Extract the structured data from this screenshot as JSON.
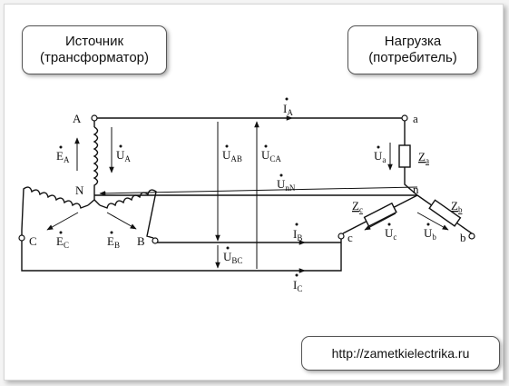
{
  "source_box": {
    "line1": "Источник",
    "line2": "(трансформатор)"
  },
  "load_box": {
    "line1": "Нагрузка",
    "line2": "(потребитель)"
  },
  "url": "http://zametkielectrika.ru",
  "nodes": {
    "A": "A",
    "N": "N",
    "C": "C",
    "B": "B",
    "a": "a",
    "n": "n",
    "c": "c",
    "b": "b"
  },
  "labels": {
    "IA": {
      "main": "I",
      "sub": "A"
    },
    "IB": {
      "main": "I",
      "sub": "B"
    },
    "IC": {
      "main": "I",
      "sub": "C"
    },
    "EA": {
      "main": "E",
      "sub": "A"
    },
    "EB": {
      "main": "E",
      "sub": "B"
    },
    "EC": {
      "main": "E",
      "sub": "C"
    },
    "UA": {
      "main": "U",
      "sub": "A"
    },
    "UAB": {
      "main": "U",
      "sub": "AB"
    },
    "UCA": {
      "main": "U",
      "sub": "CA"
    },
    "UBC": {
      "main": "U",
      "sub": "BC"
    },
    "UnN": {
      "main": "U",
      "sub": "nN"
    },
    "Ua": {
      "main": "U",
      "sub": "a"
    },
    "Ub": {
      "main": "U",
      "sub": "b"
    },
    "Uc": {
      "main": "U",
      "sub": "c"
    },
    "Za": {
      "main": "Z",
      "sub": "a"
    },
    "Zb": {
      "main": "Z",
      "sub": "b"
    },
    "Zc": {
      "main": "Z",
      "sub": "c"
    }
  }
}
